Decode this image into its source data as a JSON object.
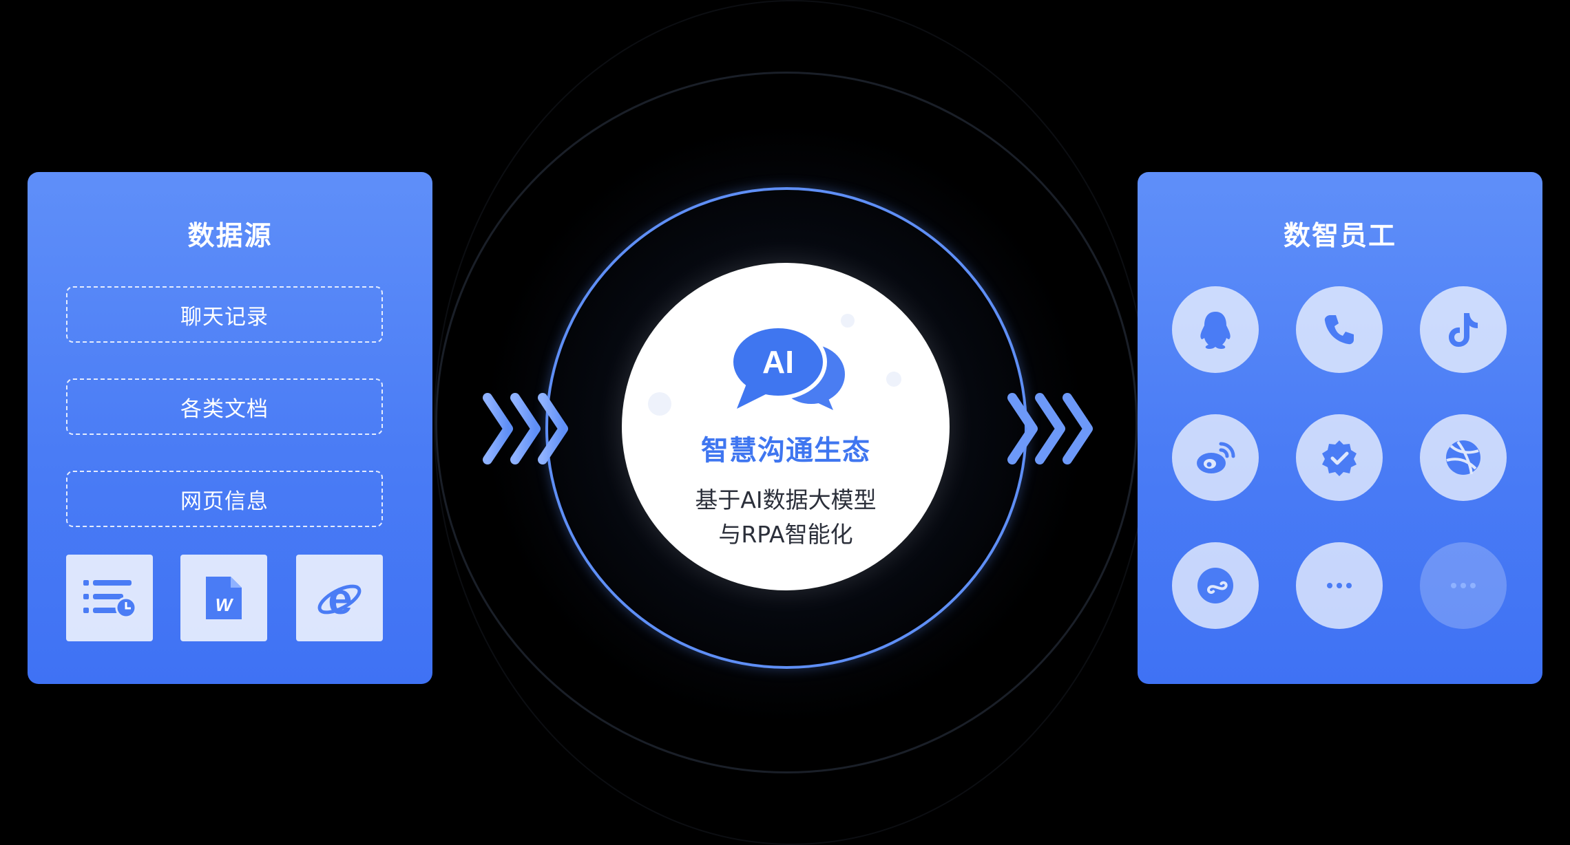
{
  "left_panel": {
    "title": "数据源",
    "items": [
      "聊天记录",
      "各类文档",
      "网页信息"
    ],
    "icons": [
      "list-clock-icon",
      "word-document-icon",
      "internet-explorer-icon"
    ]
  },
  "center": {
    "logo_text": "AI",
    "title": "智慧沟通生态",
    "subtitle_line1": "基于AI数据大模型",
    "subtitle_line2": "与RPA智能化"
  },
  "right_panel": {
    "title": "数智员工",
    "icons": [
      "qq-penguin-icon",
      "phone-icon",
      "tiktok-icon",
      "weibo-icon",
      "verified-badge-icon",
      "dribbble-ball-icon",
      "mini-program-icon",
      "more-icon",
      "more-icon"
    ]
  },
  "colors": {
    "background": "#000000",
    "panel_blue": "#4a7cf5",
    "accent_blue": "#3f76f0",
    "ring_blue": "#5f8ff6"
  }
}
